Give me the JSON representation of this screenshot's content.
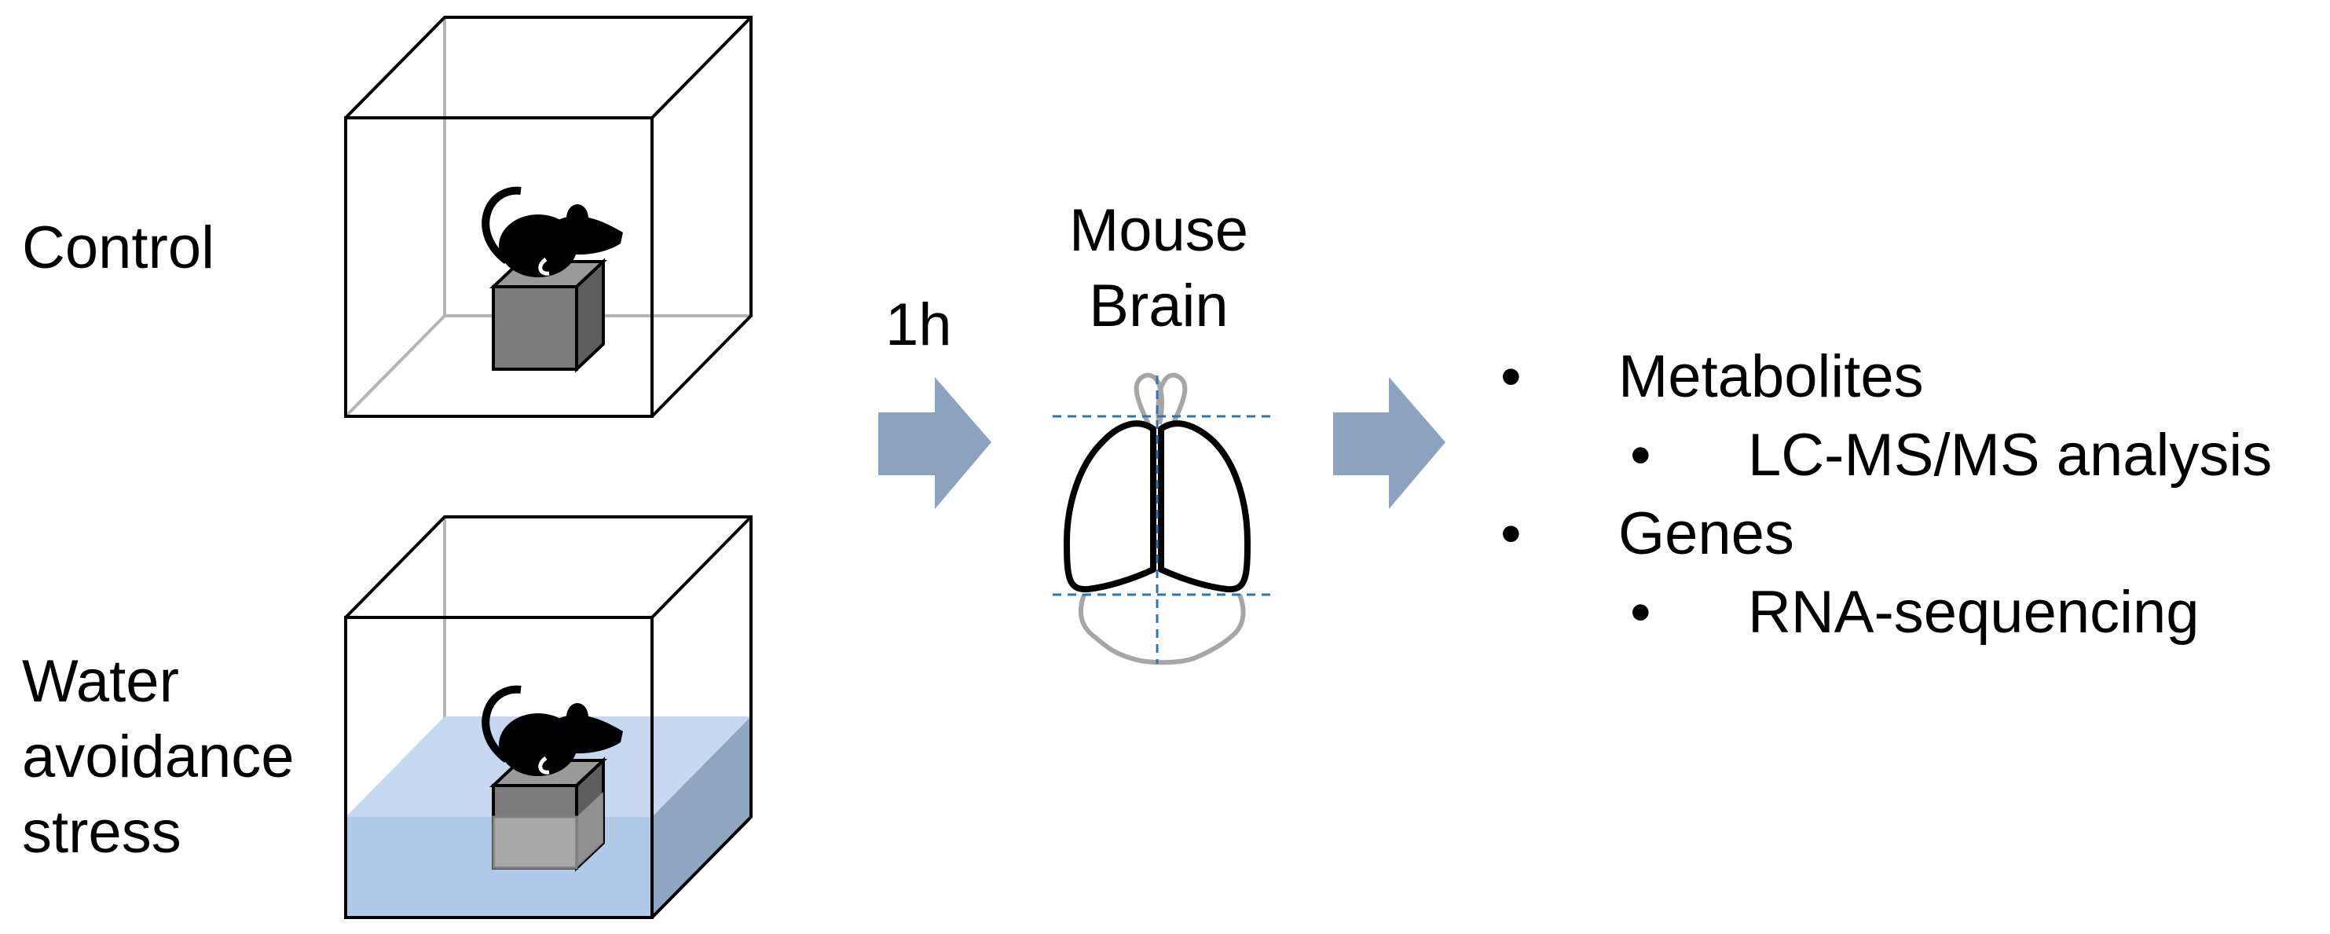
{
  "conditions": {
    "control_label": "Control",
    "stress_label_lines": [
      "Water",
      "avoidance",
      "stress"
    ]
  },
  "step1": {
    "time_label": "1h"
  },
  "brain": {
    "title_lines": [
      "Mouse",
      "Brain"
    ]
  },
  "analyses": {
    "items": [
      {
        "label": "Metabolites",
        "sub": "LC-MS/MS analysis"
      },
      {
        "label": "Genes",
        "sub": "RNA-sequencing"
      }
    ]
  },
  "colors": {
    "arrow": "#8ca3bf",
    "water_front": "#b1c9e8",
    "water_top": "#c6d8ef",
    "water_side": "#8ea6c2",
    "platform": "#7b7b7b",
    "platform_submerged": "#b0b0b0",
    "cut_line": "#2e75b6",
    "brain_outline": "#000000",
    "brain_ghost": "#a6a6a6"
  },
  "icons": [
    "mouse-icon",
    "arrow-right-icon",
    "brain-icon",
    "cage-icon",
    "platform-icon"
  ]
}
